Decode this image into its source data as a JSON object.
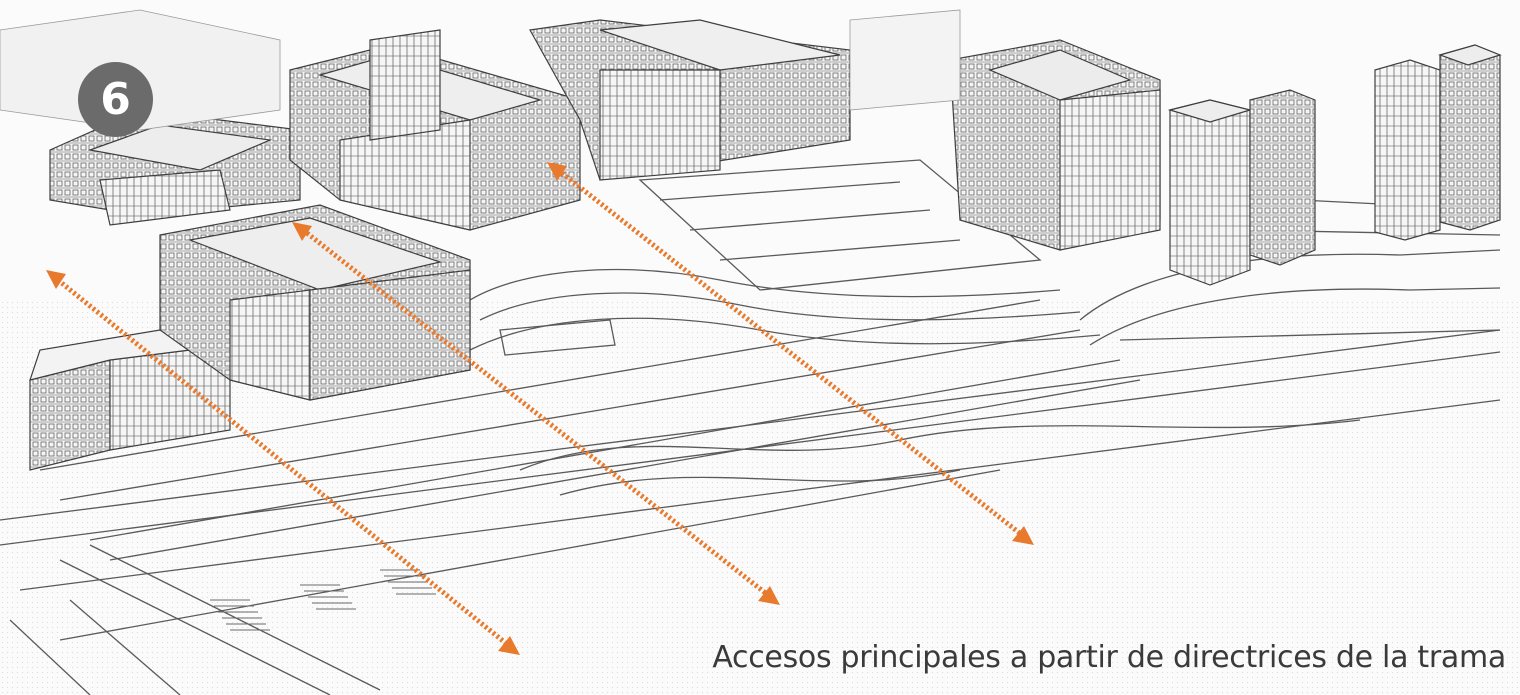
{
  "badge": {
    "number": "6",
    "color": "#6b6b6b"
  },
  "caption": "Accesos principales a partir de directrices de la trama",
  "colors": {
    "arrow": "#e87a2e",
    "linework": "#4a4a4a",
    "background": "#fbfbfb"
  },
  "arrows": [
    {
      "name": "access-arrow-1"
    },
    {
      "name": "access-arrow-2"
    },
    {
      "name": "access-arrow-3"
    }
  ]
}
